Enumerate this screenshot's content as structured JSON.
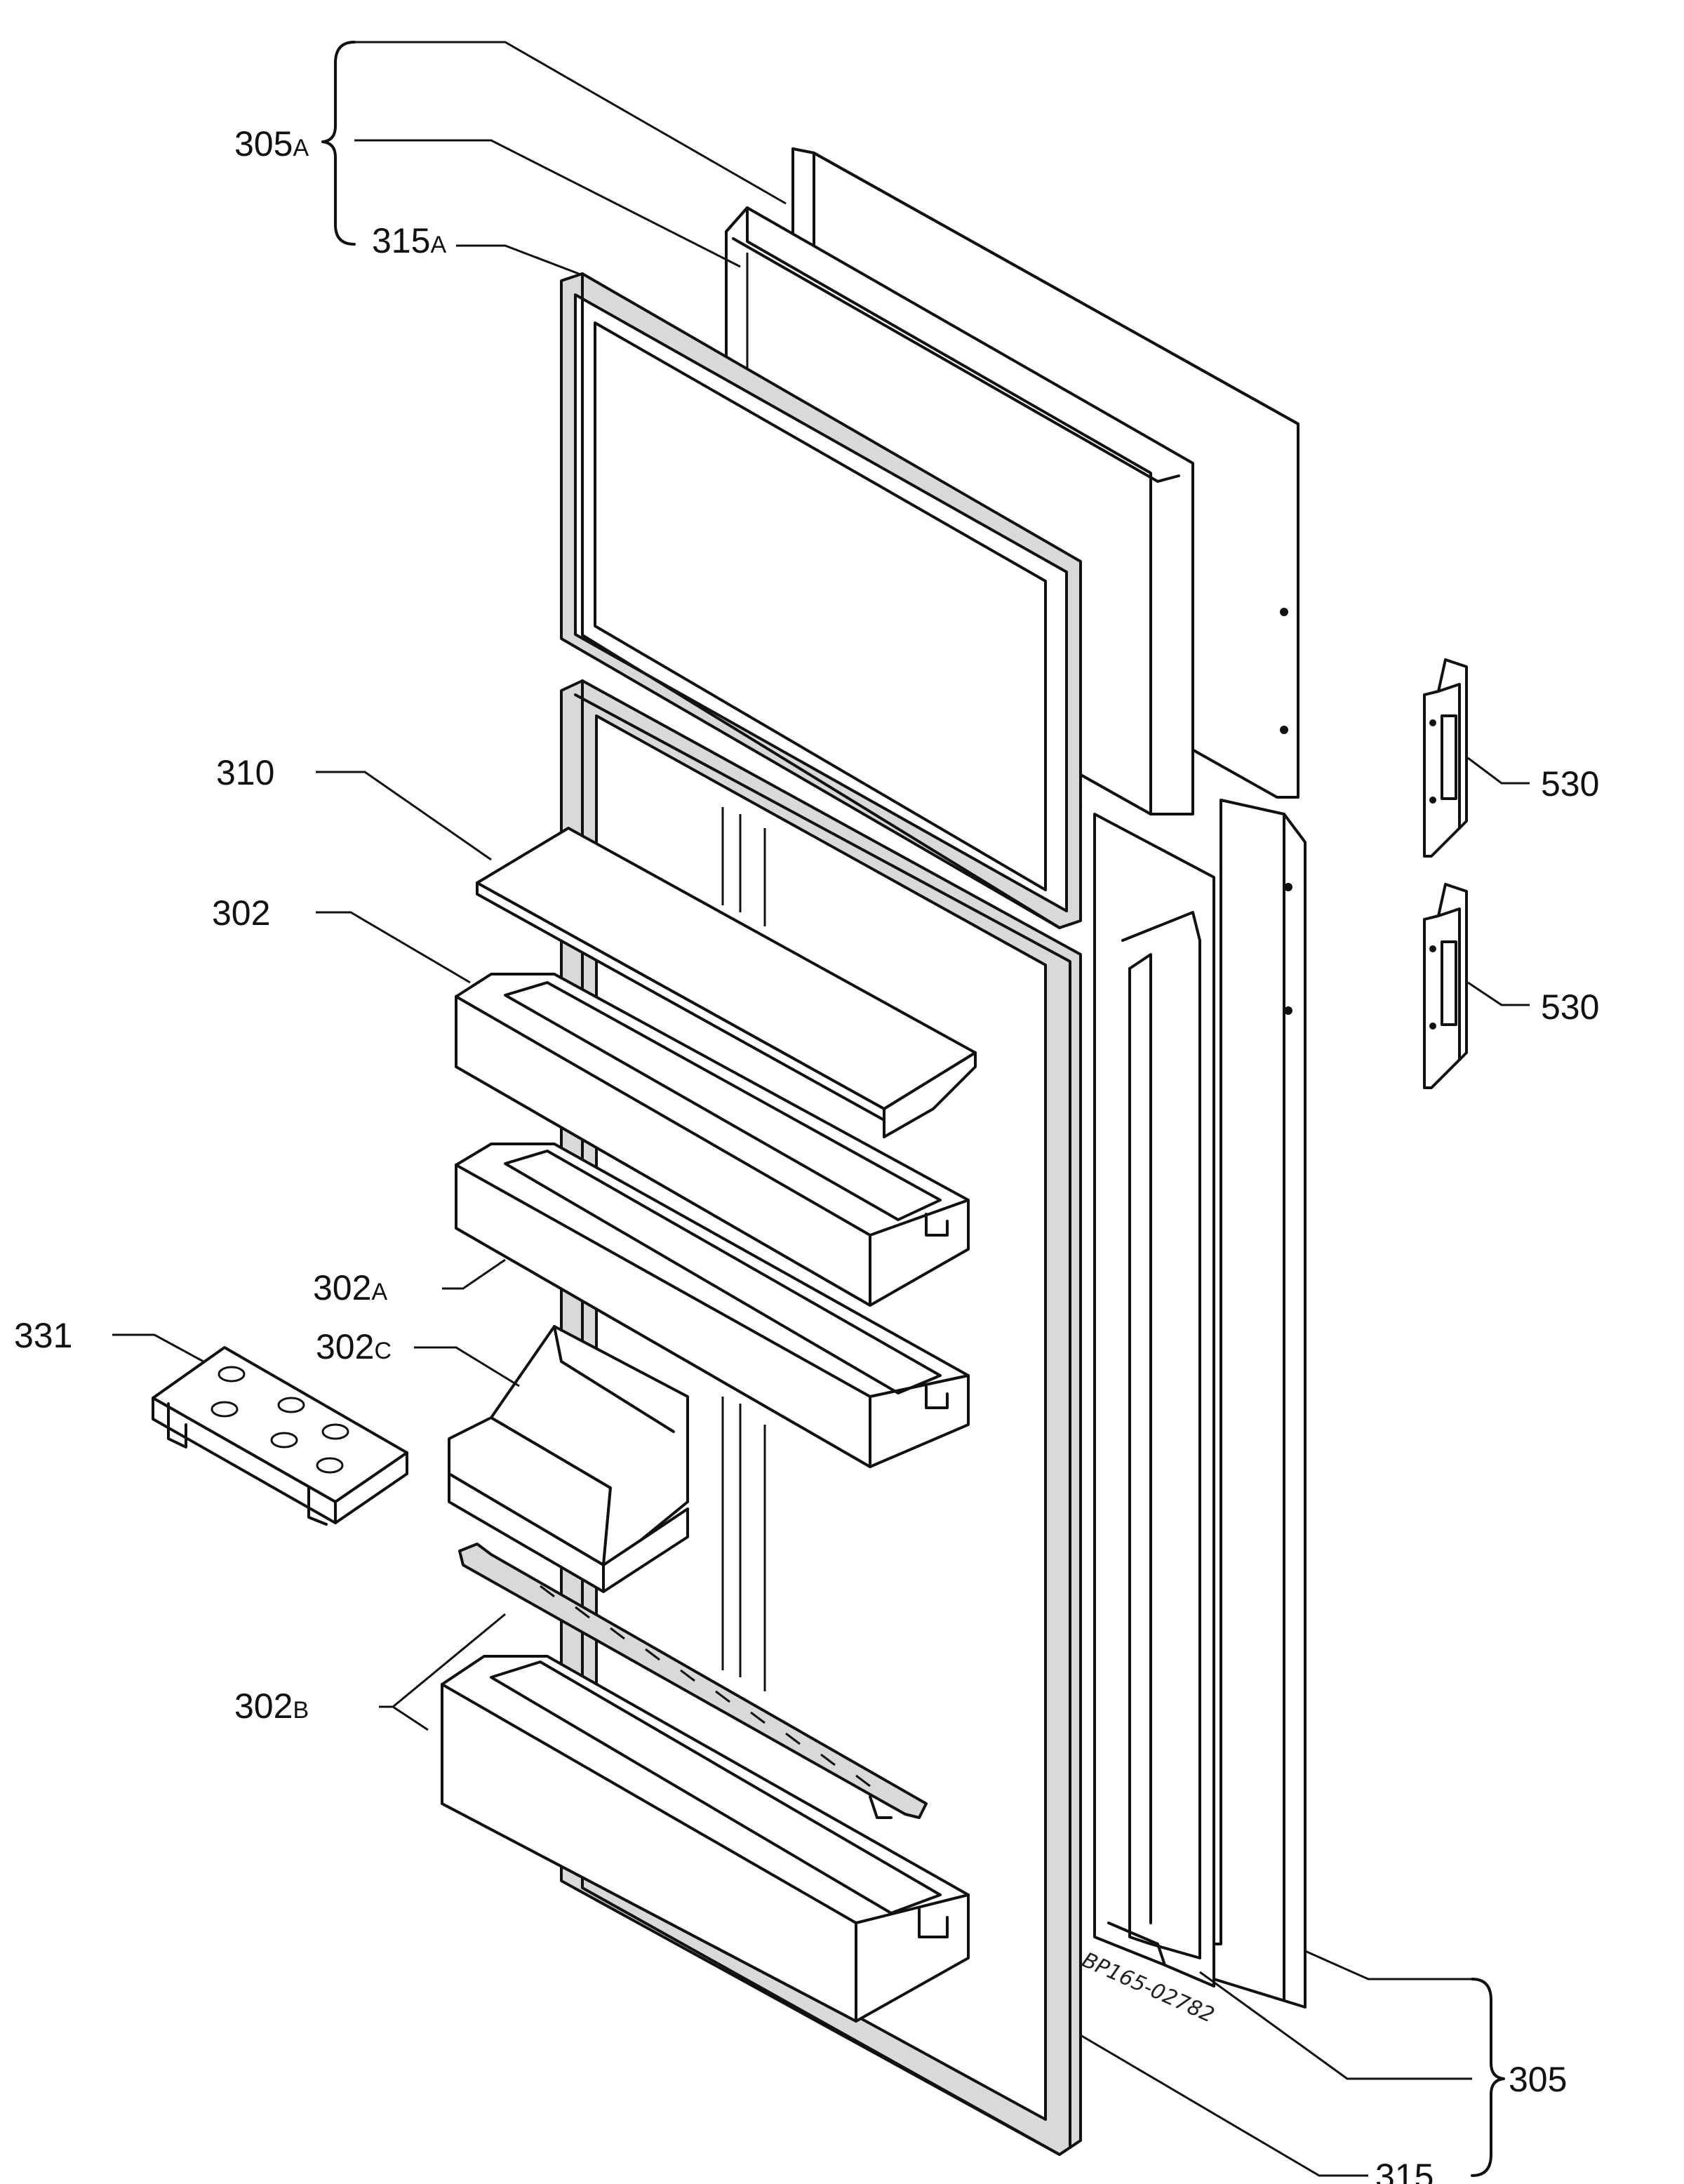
{
  "labels": {
    "l305a": "305",
    "l305a_suffix": "A",
    "l315a": "315",
    "l315a_suffix": "A",
    "l310": "310",
    "l302": "302",
    "l302a": "302",
    "l302a_suffix": "A",
    "l331": "331",
    "l302c": "302",
    "l302c_suffix": "C",
    "l302b": "302",
    "l302b_suffix": "B",
    "l530_top": "530",
    "l530_bottom": "530",
    "l305": "305",
    "l315": "315"
  },
  "drawing_code": "BP165-02782"
}
